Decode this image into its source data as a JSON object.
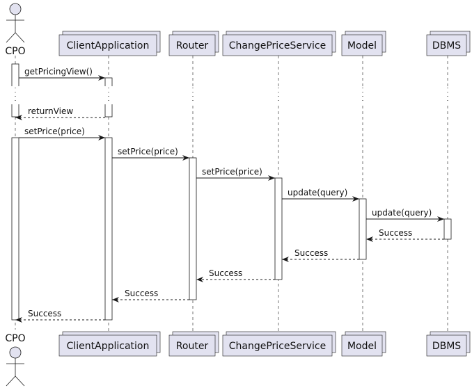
{
  "diagram": {
    "actor": {
      "label": "CPO",
      "fill": "#e2e2f0",
      "stroke": "#181818"
    },
    "participants": [
      {
        "id": "client",
        "label": "ClientApplication"
      },
      {
        "id": "router",
        "label": "Router"
      },
      {
        "id": "cps",
        "label": "ChangePriceService"
      },
      {
        "id": "model",
        "label": "Model"
      },
      {
        "id": "dbms",
        "label": "DBMS"
      }
    ],
    "box_fill": "#e2e2f0",
    "line_color": "#181818",
    "messages": [
      {
        "from": "cpo",
        "to": "client",
        "label": "getPricingView()",
        "style": "solid"
      },
      {
        "from": "client",
        "to": "cpo",
        "label": "returnView",
        "style": "dashed"
      },
      {
        "from": "cpo",
        "to": "client",
        "label": "setPrice(price)",
        "style": "solid"
      },
      {
        "from": "client",
        "to": "router",
        "label": "setPrice(price)",
        "style": "solid"
      },
      {
        "from": "router",
        "to": "cps",
        "label": "setPrice(price)",
        "style": "solid"
      },
      {
        "from": "cps",
        "to": "model",
        "label": "update(query)",
        "style": "solid"
      },
      {
        "from": "model",
        "to": "dbms",
        "label": "update(query)",
        "style": "solid"
      },
      {
        "from": "dbms",
        "to": "model",
        "label": "Success",
        "style": "dashed"
      },
      {
        "from": "model",
        "to": "cps",
        "label": "Success",
        "style": "dashed"
      },
      {
        "from": "cps",
        "to": "router",
        "label": "Success",
        "style": "dashed"
      },
      {
        "from": "router",
        "to": "client",
        "label": "Success",
        "style": "dashed"
      },
      {
        "from": "client",
        "to": "cpo",
        "label": "Success",
        "style": "dashed"
      }
    ]
  }
}
